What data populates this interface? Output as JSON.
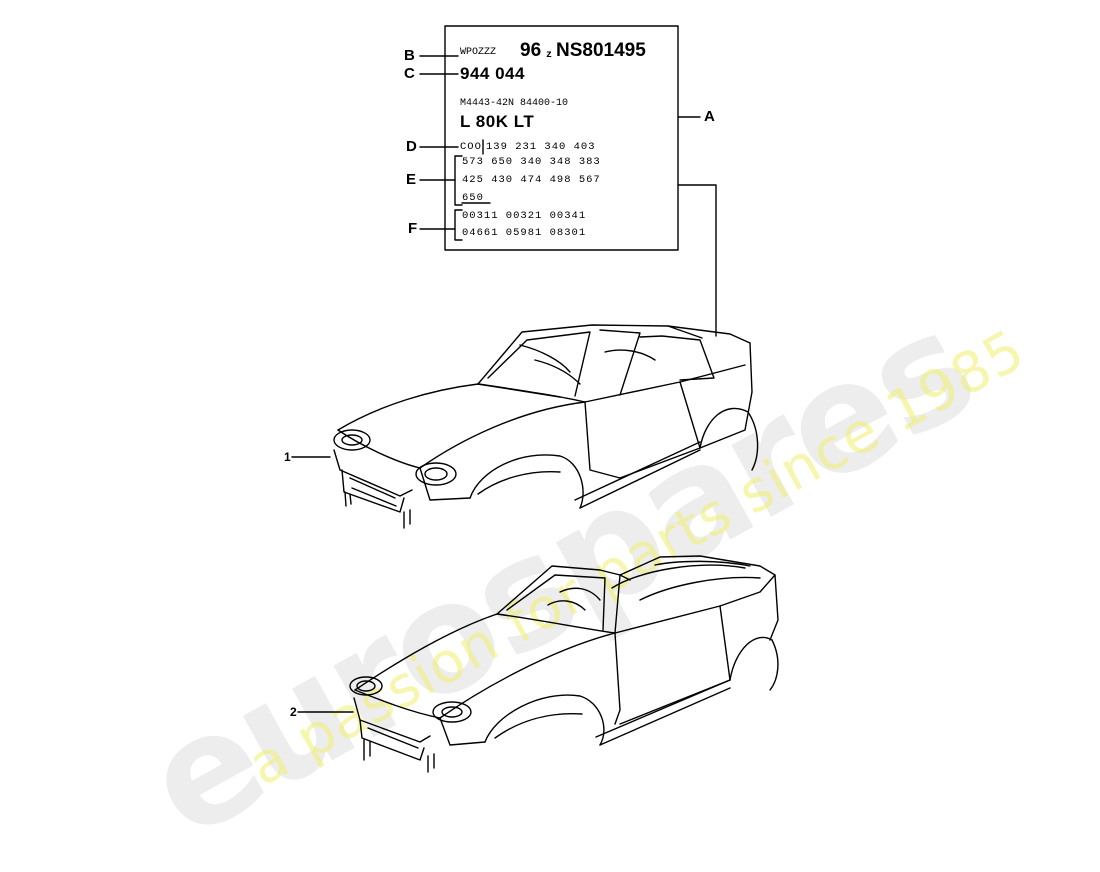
{
  "watermark": {
    "brand": "eurospares",
    "tagline": "a passion for parts since 1985"
  },
  "label_plate": {
    "vin_prefix": "WPOZZZ",
    "vin_model": "96",
    "vin_z": "z",
    "vin_serial": "NS801495",
    "type_number": "944 044",
    "engine_line": "M4443-42N  84400-10",
    "paint_line": "L 80K     LT",
    "color_code": "COO",
    "d_options_row": "139   231   340   403",
    "e_row_1": "573   650   340   348   383",
    "e_row_2": "425   430   474   498   567",
    "e_row_3": "650",
    "f_row_1": "00311   00321   00341",
    "f_row_2": "04661   05981   08301"
  },
  "callouts": {
    "A": "A",
    "B": "B",
    "C": "C",
    "D": "D",
    "E": "E",
    "F": "F"
  },
  "part_refs": {
    "coupe": "1",
    "cabriolet": "2"
  }
}
